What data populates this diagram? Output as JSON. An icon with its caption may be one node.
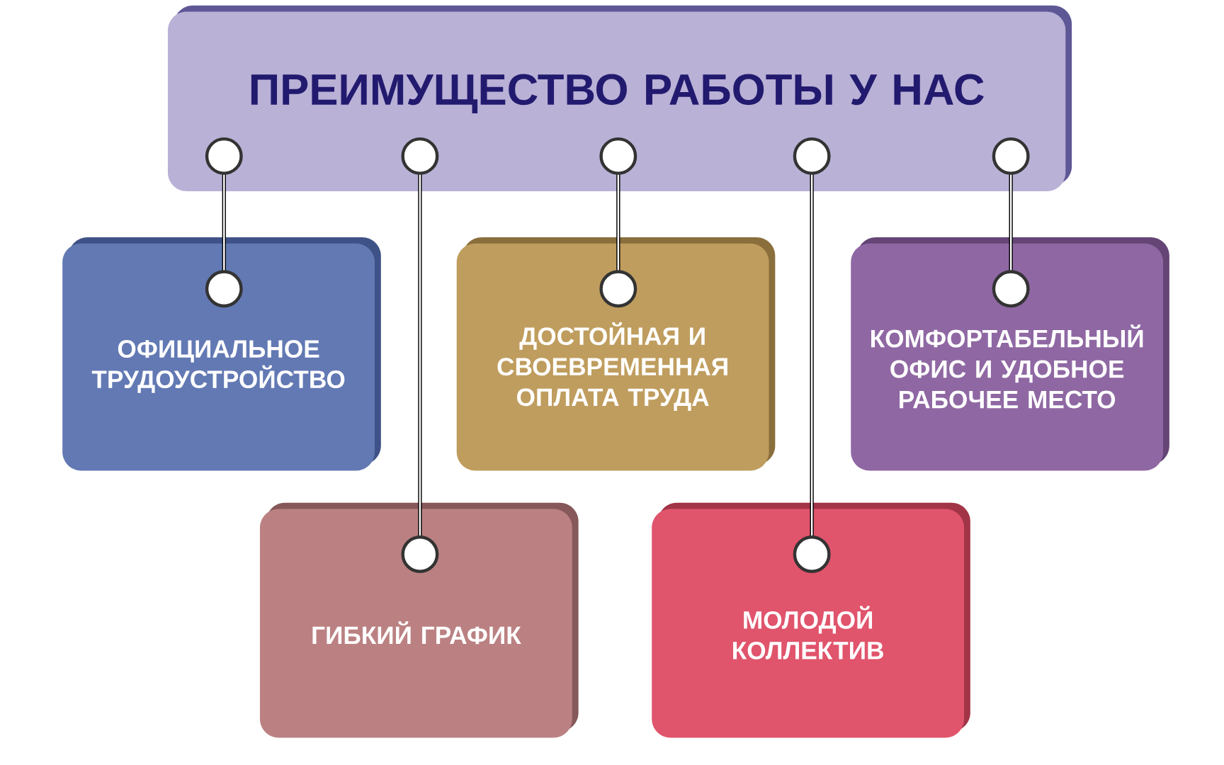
{
  "diagram": {
    "nodes": [
      {
        "text": [
          "ПРЕИМУЩЕСТВО РАБОТЫ У НАС"
        ]
      },
      {
        "text": [
          "ОФИЦИАЛЬНОЕ ТРУДОУСТРОЙСТВО"
        ]
      },
      {
        "text": [
          "ДОСТОЙНАЯ И СВОЕВРЕМЕННАЯ ОПЛАТА ТРУДА"
        ]
      },
      {
        "text": [
          "КОМФОРТАБЕЛЬНЫЙ ОФИС И УДОБНОЕ РАБОЧЕЕ МЕСТО"
        ]
      },
      {
        "text": [
          "ГИБКИЙ ГРАФИК"
        ]
      },
      {
        "text": [
          "МОЛОДОЙ КОЛЛЕКТИВ"
        ]
      }
    ],
    "edges": [
      {
        "from": 0,
        "to": 1,
        "arrow": "other"
      },
      {
        "from": 0,
        "to": 4,
        "arrow": "other"
      },
      {
        "from": 0,
        "to": 2,
        "arrow": "other"
      },
      {
        "from": 0,
        "to": 5,
        "arrow": "other"
      },
      {
        "from": 0,
        "to": 3,
        "arrow": "other"
      }
    ]
  }
}
